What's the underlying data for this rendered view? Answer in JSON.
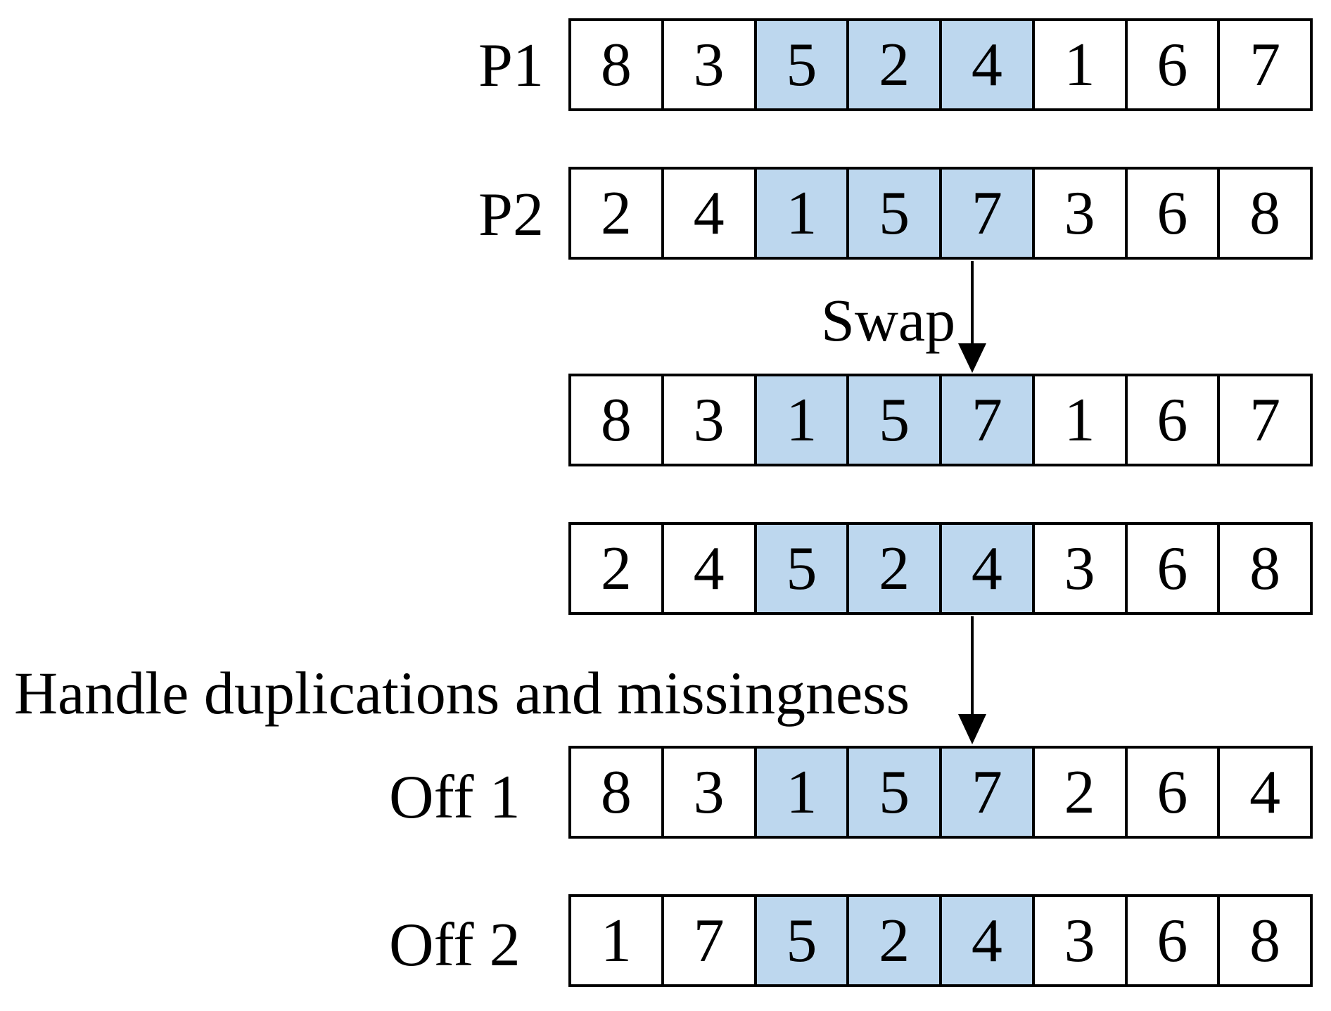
{
  "diagram": {
    "highlight_color": "#bdd7ee",
    "highlight_positions": [
      2,
      3,
      4
    ],
    "rows": [
      {
        "id": "p1",
        "label": "P1",
        "values": [
          "8",
          "3",
          "5",
          "2",
          "4",
          "1",
          "6",
          "7"
        ]
      },
      {
        "id": "p2",
        "label": "P2",
        "values": [
          "2",
          "4",
          "1",
          "5",
          "7",
          "3",
          "6",
          "8"
        ]
      },
      {
        "id": "swap1",
        "label": "",
        "values": [
          "8",
          "3",
          "1",
          "5",
          "7",
          "1",
          "6",
          "7"
        ]
      },
      {
        "id": "swap2",
        "label": "",
        "values": [
          "2",
          "4",
          "5",
          "2",
          "4",
          "3",
          "6",
          "8"
        ]
      },
      {
        "id": "off1",
        "label": "Off 1",
        "values": [
          "8",
          "3",
          "1",
          "5",
          "7",
          "2",
          "6",
          "4"
        ]
      },
      {
        "id": "off2",
        "label": "Off 2",
        "values": [
          "1",
          "7",
          "5",
          "2",
          "4",
          "3",
          "6",
          "8"
        ]
      }
    ],
    "annotations": {
      "swap": "Swap",
      "handle": "Handle duplications and missingness"
    }
  }
}
